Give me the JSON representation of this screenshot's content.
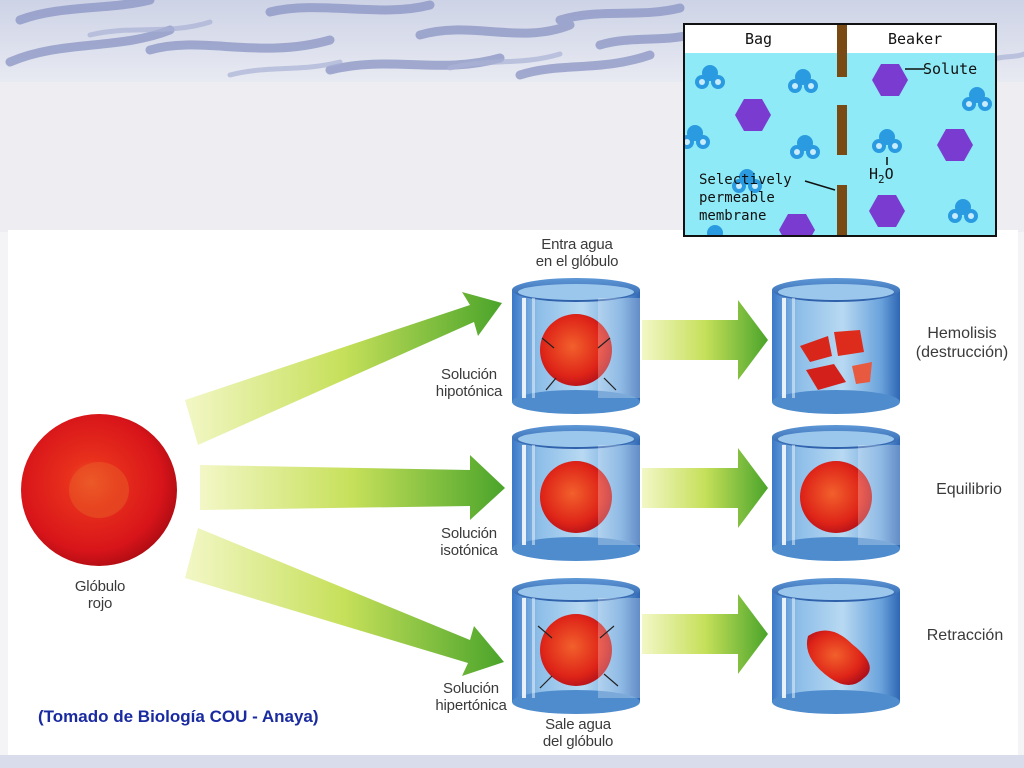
{
  "inset": {
    "bag_label": "Bag",
    "beaker_label": "Beaker",
    "solute_label": "Solute",
    "water_label_h": "H",
    "water_label_2": "2",
    "water_label_o": "O",
    "membrane_label_1": "Selectively",
    "membrane_label_2": "permeable",
    "membrane_label_3": "membrane"
  },
  "cell": {
    "label_1": "Glóbulo",
    "label_2": "rojo"
  },
  "rows": [
    {
      "solution_1": "Solución",
      "solution_2": "hipotónica",
      "result_1": "Hemolisis",
      "result_2": "(destrucción)"
    },
    {
      "solution_1": "Solución",
      "solution_2": "isotónica",
      "result_1": "Equilibrio",
      "result_2": ""
    },
    {
      "solution_1": "Solución",
      "solution_2": "hipertónica",
      "result_1": "Retracción",
      "result_2": ""
    }
  ],
  "water_in_1": "Entra agua",
  "water_in_2": "en el glóbulo",
  "water_out_1": "Sale agua",
  "water_out_2": "del glóbulo",
  "source": "(Tomado de Biología COU -  Anaya)"
}
